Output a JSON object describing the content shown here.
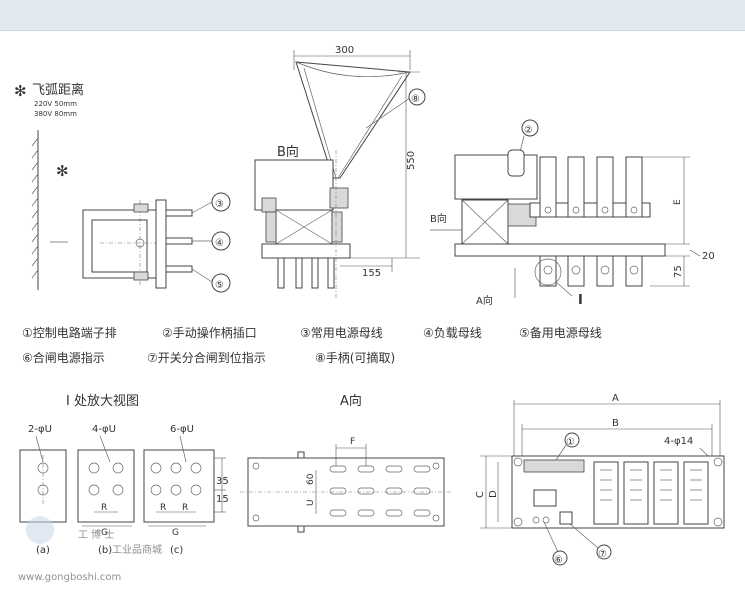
{
  "arc_section": {
    "title": "飞弧距离",
    "asterisk": "✻",
    "line1": "220V 50mm",
    "line2": "380V 80mm",
    "asterisk_mark": "✻"
  },
  "side_view": {
    "dim_top": "300",
    "dim_height": "550",
    "dim_bottom": "155",
    "b_direction": "B向",
    "callout_8": "⑧"
  },
  "front_right": {
    "callout_2": "②",
    "b_direction": "B向",
    "dim_e": "E",
    "dim_20": "20",
    "dim_75": "75",
    "a_direction": "A向",
    "roman_i": "I"
  },
  "callouts_left": [
    "③",
    "④",
    "⑤"
  ],
  "legend": {
    "row1": [
      "①控制电路端子排",
      "②手动操作柄插口",
      "③常用电源母线",
      "④负载母线",
      "⑤备用电源母线"
    ],
    "row2": [
      "⑥合闸电源指示",
      "⑦开关分合闸到位指示",
      "⑧手柄(可摘取)"
    ]
  },
  "detail": {
    "title": "I 处放大视图",
    "a_label": "2-φU",
    "b_label": "4-φU",
    "c_label": "6-φU",
    "r": "R",
    "g": "G",
    "dim_35": "35",
    "dim_15": "15",
    "cap_a": "(a)",
    "cap_b": "(b)",
    "cap_c": "(c)"
  },
  "a_view": {
    "title": "A向",
    "f": "F",
    "u": "U",
    "sixty": "60"
  },
  "bottom_view": {
    "a": "A",
    "b": "B",
    "c": "C",
    "d": "D",
    "holes": "4-φ14",
    "callout_1": "①",
    "callout_6": "⑥",
    "callout_7": "⑦"
  },
  "watermark": {
    "url": "www.gongboshi.com",
    "cn": "工业品商城",
    "logo_text": "工 博 士"
  }
}
